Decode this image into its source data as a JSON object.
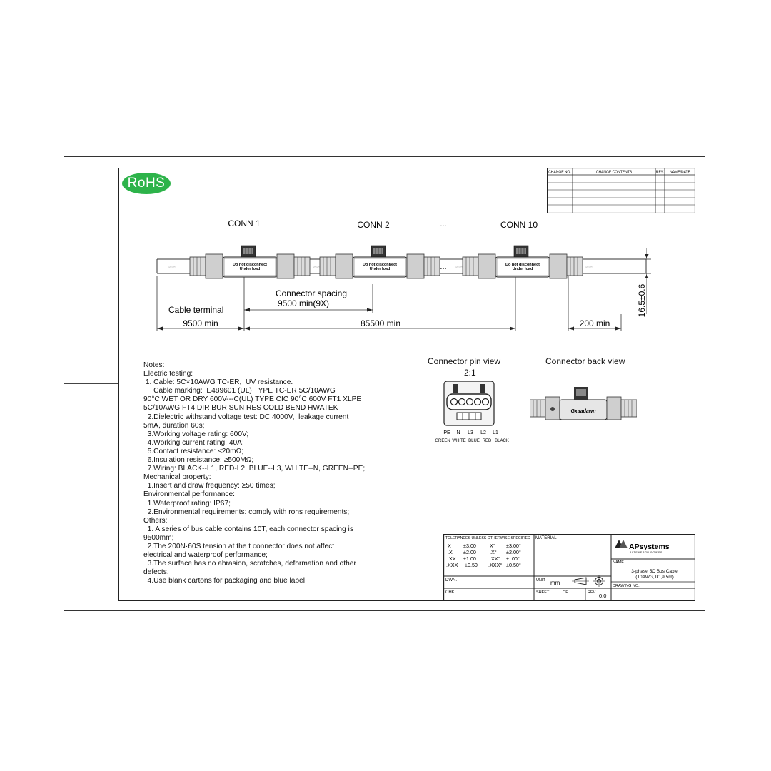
{
  "badge": "RoHS",
  "revision_table": {
    "headers": [
      "CHANGE NO.",
      "CHANGE CONTENTS",
      "REV.",
      "NAME/DATE"
    ]
  },
  "connectors": {
    "conn1": "CONN 1",
    "conn2": "CONN 2",
    "conn10": "CONN 10",
    "ellipsis_top": "...",
    "ellipsis_mid": "...",
    "label_line1": "Do not disconnect",
    "label_line2": "Under load"
  },
  "dimensions": {
    "connector_spacing_title": "Connector spacing",
    "connector_spacing_value": "9500 min(9X)",
    "cable_terminal": "Cable terminal",
    "terminal_length": "9500 min",
    "total_length": "85500 min",
    "end_length": "200 min",
    "height": "16.5±0.6"
  },
  "pin_view": {
    "title": "Connector pin view",
    "scale": "2:1",
    "pins": [
      "PE",
      "N",
      "L3",
      "L2",
      "L1"
    ],
    "colors": [
      "GREEN",
      "WHITE",
      "BLUE",
      "RED",
      "BLACK"
    ]
  },
  "back_view": {
    "title": "Connector back view",
    "brand": "Gxaadawn"
  },
  "notes": [
    "Notes:",
    "Electric testing:",
    " 1. Cable: 5C×10AWG TC-ER,  UV resistance.",
    "     Cable marking:  E489601 (UL) TYPE TC-ER 5C/10AWG",
    "90°C WET OR DRY 600V---C(UL) TYPE CIC 90°C 600V FT1 XLPE",
    "5C/10AWG FT4 DIR BUR SUN RES COLD BEND HWATEK",
    "  2.Dielectric withstand voltage test: DC 4000V,  leakage current",
    "5mA, duration 60s;",
    "  3.Working voltage rating: 600V;",
    "  4.Working current rating: 40A;",
    "  5.Contact resistance: ≤20mΩ;",
    "  6.Insulation resistance: ≥500MΩ;",
    "  7.Wiring: BLACK--L1, RED-L2, BLUE--L3, WHITE--N, GREEN--PE;",
    "Mechanical property:",
    "  1.Insert and draw frequency: ≥50 times;",
    "Environmental performance:",
    "  1.Waterproof rating: IP67;",
    "  2.Environmental requirements: comply with rohs requirements;",
    "Others:",
    "  1. A series of bus cable contains 10T, each connector spacing is",
    "9500mm;",
    "  2.The 200N·60S tension at the t connector does not affect",
    "electrical and waterproof performance;",
    "  3.The surface has no abrasion, scratches, deformation and other",
    "defects.",
    "  4.Use blank cartons for packaging and blue label"
  ],
  "title_block": {
    "tolerances_header": "TOLERANCES UNLESS OTHERWISE SPECIFIED",
    "tolerances": [
      [
        "X",
        "±3.00",
        "X°",
        "±3.00°"
      ],
      [
        ".X",
        "±2.00",
        ".X°",
        "±2.00°"
      ],
      [
        ".XX",
        "±1.00",
        ".XX°",
        "± .00°"
      ],
      [
        ".XXX",
        "±0.50",
        ".XXX°",
        "±0.50°"
      ]
    ],
    "material": "MATERIAL",
    "company": "APsystems",
    "company_sub": "ALTENERGY POWER",
    "name_label": "NAME",
    "name_line1": "3-phase 5C Bus Cable",
    "name_line2": "(10AWG,TC,9.5m)",
    "dwn": "DWN.",
    "chk": "CHK.",
    "unit_label": "UNIT",
    "unit_value": "mm",
    "sheet_label": "SHEET",
    "of_label": "OF",
    "sheet_value": "--",
    "of_value": "--",
    "rev_label": "REV.",
    "rev_value": "0.0",
    "drawing_no": "DRAWING NO."
  },
  "colors": {
    "rohs_green": "#2db34a",
    "line": "#222222"
  }
}
